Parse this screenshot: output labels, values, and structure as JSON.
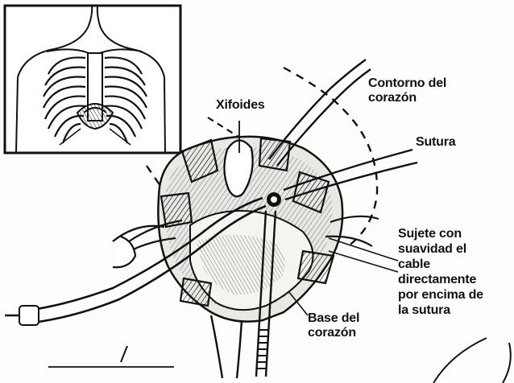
{
  "labels": {
    "xifoides": "Xifoides",
    "contorno": "Contorno del\ncorazón",
    "sutura": "Sutura",
    "sujete": "Sujete con\nsuavidad el\ncable\ndirectamente\npor encima de\nla sutura",
    "base": "Base del\ncorazón"
  },
  "icons": {
    "inset": "chest-ribcage-illustration",
    "main": "surgical-opening-illustration"
  },
  "colors": {
    "ink": "#111111",
    "paper": "#fdfdfb"
  }
}
